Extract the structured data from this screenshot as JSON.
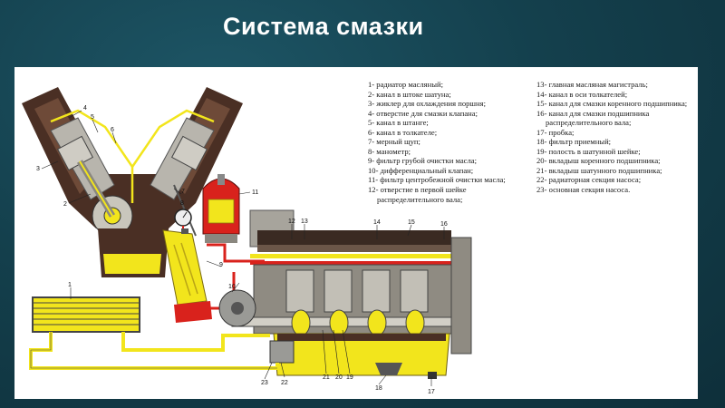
{
  "slide": {
    "title": "Система смазки"
  },
  "legend_left": [
    "1- радиатор масляный;",
    "2- канал в штоке шатуна;",
    "3- жиклер для охлаждения поршня;",
    "4- отверстие для смазки клапана;",
    "5- канал в штанге;",
    "6- канал в толкателе;",
    "7- мерный щуп;",
    "8- манометр;",
    "9- фильтр грубой очистки масла;",
    "10- дифференциальный клапан;",
    "11- фильтр центробежной очистки масла;",
    "12- отверстие в первой шейке",
    "распределительного вала;"
  ],
  "legend_right": [
    "13- главная масляная магистраль;",
    "14- канал в оси толкателей;",
    "15- канал для смазки коренного подшипника;",
    "16- канал для смазки подшипника",
    "распределительного вала;",
    "17- пробка;",
    "18- фильтр приемный;",
    "19- полость в шатунной шейке;",
    "20- вкладыш коренного подшипника;",
    "21- вкладыш шатунного подшипника;",
    "22- радиаторная секция насоса;",
    "23- основная секция насоса."
  ],
  "callouts": [
    "1",
    "2",
    "3",
    "4",
    "5",
    "6",
    "7",
    "8",
    "9",
    "10",
    "11",
    "12",
    "13",
    "14",
    "15",
    "16",
    "17",
    "18",
    "19",
    "20",
    "21",
    "22",
    "23"
  ],
  "colors": {
    "oil_yellow": "#f2e51c",
    "oil_red": "#d9221c",
    "engine_dark": "#4a2f24",
    "metal_gray": "#9a9a96"
  }
}
